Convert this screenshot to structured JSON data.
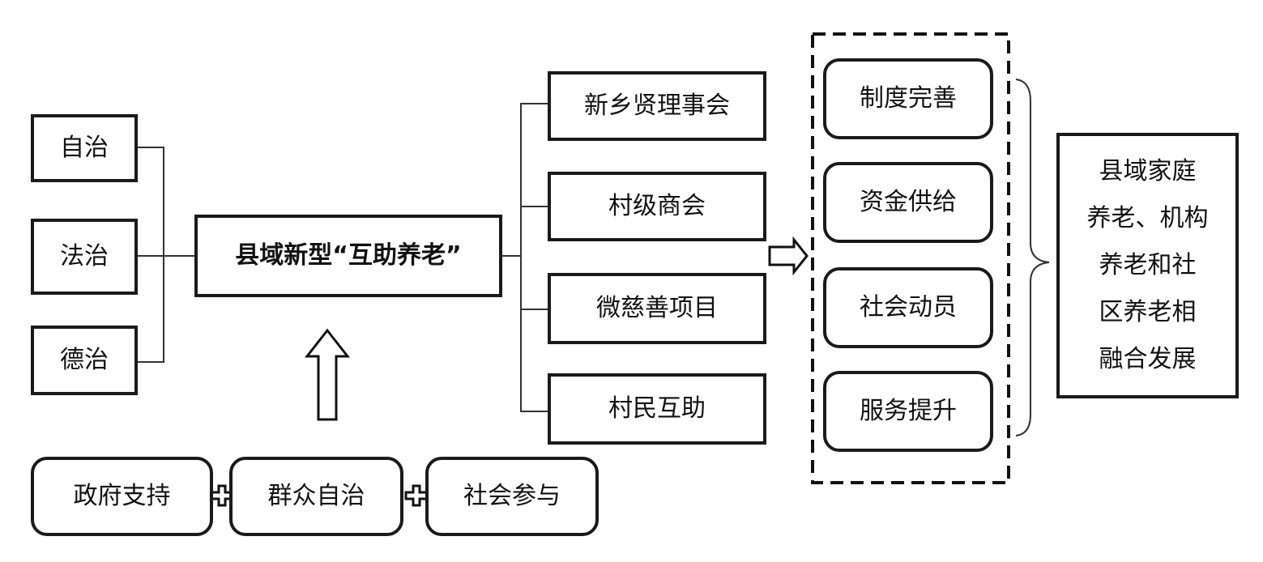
{
  "left_governance": {
    "items": [
      "自治",
      "法治",
      "德治"
    ]
  },
  "center": {
    "title": "县域新型“互助养老”"
  },
  "bottom_support": {
    "items": [
      "政府支持",
      "群众自治",
      "社会参与"
    ]
  },
  "mechanisms": {
    "items": [
      "新乡贤理事会",
      "村级商会",
      "微慈善项目",
      "村民互助"
    ]
  },
  "guarantees": {
    "items": [
      "制度完善",
      "资金供给",
      "社会动员",
      "服务提升"
    ]
  },
  "outcome": {
    "lines": [
      "县域家庭",
      "养老、机构",
      "养老和社",
      "区养老相",
      "融合发展"
    ]
  }
}
